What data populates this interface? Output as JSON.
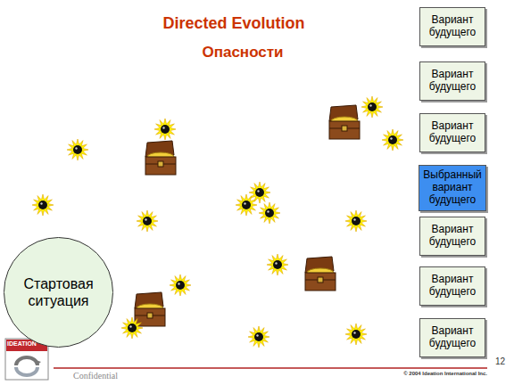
{
  "diagram": {
    "title": "Directed Evolution",
    "nodes": [
      {
        "text": [
          "Вариант будущего"
        ]
      },
      {
        "text": [
          "Вариант будущего"
        ]
      },
      {
        "text": [
          "Вариант будущего"
        ]
      },
      {
        "text": [
          "Выбранный вариант будущего"
        ]
      },
      {
        "text": [
          "Вариант будущего"
        ]
      },
      {
        "text": [
          "Вариант будущего"
        ]
      },
      {
        "text": [
          "Вариант будущего"
        ]
      },
      {
        "text": [
          "Стартовая ситуация"
        ]
      }
    ],
    "labels": [
      "Опасности",
      "IDEATION",
      "Confidential",
      "© 2004 Ideation International Inc.",
      "12"
    ]
  }
}
